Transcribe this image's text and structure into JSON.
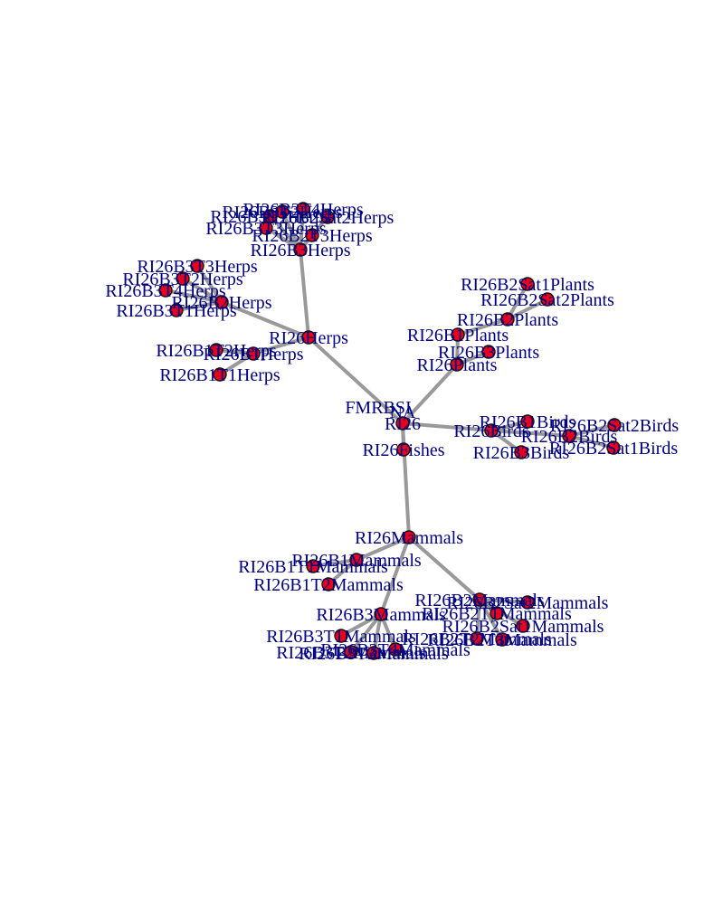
{
  "graph": {
    "colors": {
      "edge": "#999999",
      "node_fill": "#e8001c",
      "node_border": "#111111",
      "label": "#000080"
    },
    "nodes": [
      {
        "id": "fmrbsi",
        "label": "FMRBSI"
      },
      {
        "id": "na",
        "label": "NA"
      },
      {
        "id": "ri26",
        "label": "RI26"
      },
      {
        "id": "fishes",
        "label": "RI26Fishes"
      },
      {
        "id": "herps",
        "label": "RI26Herps"
      },
      {
        "id": "b3herps",
        "label": "RI26B3Herps"
      },
      {
        "id": "b3t2herps",
        "label": "RI26B3T2Herps"
      },
      {
        "id": "b3t4herps_top",
        "label": "RI26B3T4Herps"
      },
      {
        "id": "b3t1herps_top",
        "label": "RI26B3T1Herps"
      },
      {
        "id": "b3t3herps_top",
        "label": "RI26B3T3Herps"
      },
      {
        "id": "b2sat2herps",
        "label": "RI26B2Sat2Herps"
      },
      {
        "id": "b2t3herps",
        "label": "RI26B2T3Herps"
      },
      {
        "id": "b3t3herps",
        "label": "RI26B3T3Herps"
      },
      {
        "id": "b3t2herps_l",
        "label": "RI26B3T2Herps"
      },
      {
        "id": "b3t4herps",
        "label": "RI26B3T4Herps"
      },
      {
        "id": "b2herps",
        "label": "RI26B2Herps"
      },
      {
        "id": "b3t1herps",
        "label": "RI26B3T1Herps"
      },
      {
        "id": "b1t2herps",
        "label": "RI26B1T2Herps"
      },
      {
        "id": "b1herps",
        "label": "RI26B1Herps"
      },
      {
        "id": "b1t1herps",
        "label": "RI26B1T1Herps"
      },
      {
        "id": "plants",
        "label": "RI26Plants"
      },
      {
        "id": "b2plants",
        "label": "RI26B2Plants"
      },
      {
        "id": "b1plants",
        "label": "RI26B1Plants"
      },
      {
        "id": "b3plants",
        "label": "RI26B3Plants"
      },
      {
        "id": "b2sat1plants",
        "label": "RI26B2Sat1Plants"
      },
      {
        "id": "b2sat2plants",
        "label": "RI26B2Sat2Plants"
      },
      {
        "id": "birds",
        "label": "RI26Birds"
      },
      {
        "id": "b1birds",
        "label": "RI26B1Birds"
      },
      {
        "id": "b3birds",
        "label": "RI26B3Birds"
      },
      {
        "id": "b2birds",
        "label": "RI26B2Birds"
      },
      {
        "id": "b2sat2birds",
        "label": "RI26B2Sat2Birds"
      },
      {
        "id": "b2sat1birds",
        "label": "RI26B2Sat1Birds"
      },
      {
        "id": "mammals",
        "label": "RI26Mammals"
      },
      {
        "id": "b1mammals",
        "label": "RI26B1Mammals"
      },
      {
        "id": "b1t1mammals",
        "label": "RI26B1T1Mammals"
      },
      {
        "id": "b1t2mammals",
        "label": "RI26B1T2Mammals"
      },
      {
        "id": "b3mammals",
        "label": "RI26B3Mammals"
      },
      {
        "id": "b3t1mammals",
        "label": "RI26B3T1Mammals"
      },
      {
        "id": "b3t2mammals",
        "label": "RI26B3T2Mammals"
      },
      {
        "id": "b3t3mammals",
        "label": "RI26B3T3Mammals"
      },
      {
        "id": "b3t4mammals",
        "label": "RI26B3T4Mammals"
      },
      {
        "id": "b2mammals",
        "label": "RI26B2Mammals"
      },
      {
        "id": "b2t1mammals",
        "label": "RI26B2T1Mammals"
      },
      {
        "id": "b2sat1mammals",
        "label": "RI26B2Sat1Mammals"
      },
      {
        "id": "b2sat2mammals",
        "label": "RI26B2Sat2Mammals"
      },
      {
        "id": "b2t2mammals",
        "label": "RI26B2T2Mammals"
      },
      {
        "id": "b2t3mammals",
        "label": "RI26B2T3Mammals"
      }
    ],
    "edges": [
      [
        "ri26",
        "fishes"
      ],
      [
        "ri26",
        "herps"
      ],
      [
        "ri26",
        "plants"
      ],
      [
        "ri26",
        "birds"
      ],
      [
        "ri26",
        "mammals"
      ],
      [
        "herps",
        "b3herps"
      ],
      [
        "herps",
        "b2herps"
      ],
      [
        "herps",
        "b1herps"
      ],
      [
        "b3herps",
        "b3t2herps"
      ],
      [
        "b3herps",
        "b3t4herps_top"
      ],
      [
        "b3herps",
        "b3t1herps_top"
      ],
      [
        "b3herps",
        "b3t3herps_top"
      ],
      [
        "b3herps",
        "b2sat2herps"
      ],
      [
        "b3herps",
        "b2t3herps"
      ],
      [
        "b2herps",
        "b3t3herps"
      ],
      [
        "b2herps",
        "b3t2herps_l"
      ],
      [
        "b2herps",
        "b3t4herps"
      ],
      [
        "b2herps",
        "b3t1herps"
      ],
      [
        "b1herps",
        "b1t2herps"
      ],
      [
        "b1herps",
        "b1t1herps"
      ],
      [
        "plants",
        "b3plants"
      ],
      [
        "plants",
        "b1plants"
      ],
      [
        "b1plants",
        "b2plants"
      ],
      [
        "b2plants",
        "b2sat1plants"
      ],
      [
        "b2plants",
        "b2sat2plants"
      ],
      [
        "birds",
        "b1birds"
      ],
      [
        "birds",
        "b3birds"
      ],
      [
        "birds",
        "b2birds"
      ],
      [
        "b2birds",
        "b2sat2birds"
      ],
      [
        "b2birds",
        "b2sat1birds"
      ],
      [
        "mammals",
        "b1mammals"
      ],
      [
        "mammals",
        "b3mammals"
      ],
      [
        "mammals",
        "b2mammals"
      ],
      [
        "b1mammals",
        "b1t1mammals"
      ],
      [
        "b1mammals",
        "b1t2mammals"
      ],
      [
        "b3mammals",
        "b3t1mammals"
      ],
      [
        "b3mammals",
        "b3t2mammals"
      ],
      [
        "b3mammals",
        "b3t3mammals"
      ],
      [
        "b3mammals",
        "b3t4mammals"
      ],
      [
        "b2mammals",
        "b2t1mammals"
      ],
      [
        "b2mammals",
        "b2sat1mammals"
      ],
      [
        "b2mammals",
        "b2sat2mammals"
      ],
      [
        "b2mammals",
        "b2t2mammals"
      ],
      [
        "b2mammals",
        "b2t3mammals"
      ]
    ]
  }
}
